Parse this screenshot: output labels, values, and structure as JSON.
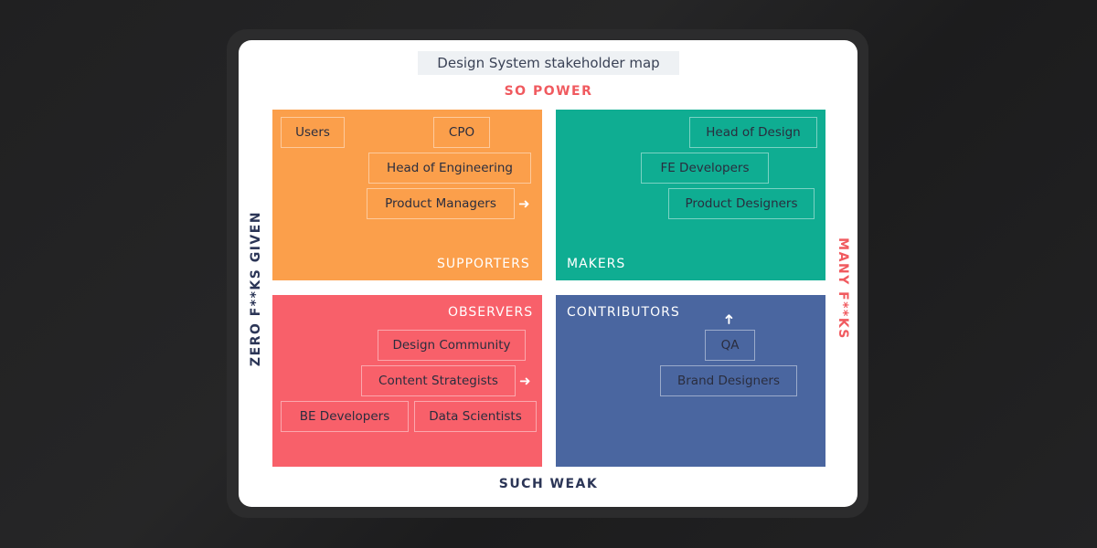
{
  "title": "Design System stakeholder map",
  "axes": {
    "top": "SO POWER",
    "bottom": "SUCH WEAK",
    "left": "ZERO F**KS GIVEN",
    "right": "MANY F**KS"
  },
  "colors": {
    "supporters": "#fb9f4b",
    "makers": "#0fad92",
    "observers": "#f8606a",
    "contributors": "#4a66a0",
    "axis_red": "#f05a5f",
    "axis_navy": "#2b3556"
  },
  "quadrants": {
    "supporters": {
      "label": "SUPPORTERS",
      "items": [
        "Users",
        "CPO",
        "Head of Engineering",
        "Product Managers"
      ]
    },
    "makers": {
      "label": "MAKERS",
      "items": [
        "Head of Design",
        "FE Developers",
        "Product Designers"
      ]
    },
    "observers": {
      "label": "OBSERVERS",
      "items": [
        "Design Community",
        "Content Strategists",
        "BE Developers",
        "Data Scientists"
      ]
    },
    "contributors": {
      "label": "CONTRIBUTORS",
      "items": [
        "QA",
        "Brand Designers"
      ]
    }
  }
}
